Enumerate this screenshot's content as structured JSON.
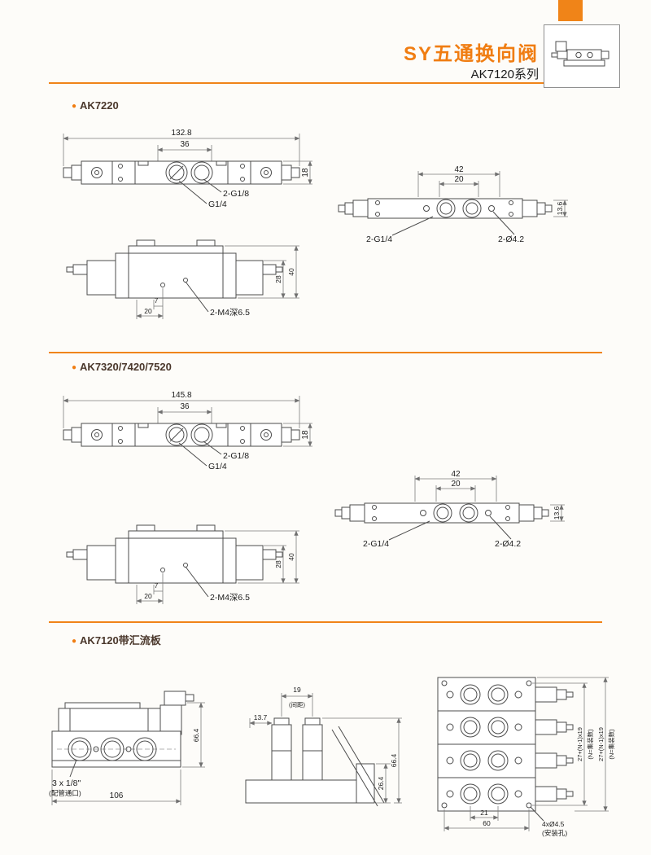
{
  "header": {
    "title": "SY五通换向阀",
    "series": "AK7120系列",
    "accent": "#f07d12"
  },
  "section1": {
    "label": "AK7220",
    "topView": {
      "dimTotal": "132.8",
      "dimInner": "36",
      "dimHeight": "18",
      "labelPort1": "2-G1/8",
      "labelPort2": "G1/4"
    },
    "rightView": {
      "dimA": "42",
      "dimB": "20",
      "dimH": "13.6",
      "labelPort1": "2-G1/4",
      "labelPort2": "2-Ø4.2"
    },
    "frontView": {
      "dimH1": "40",
      "dimH2": "28",
      "dimA": "7",
      "dimB": "20",
      "labelHoles": "2-M4深6.5"
    }
  },
  "section2": {
    "label": "AK7320/7420/7520",
    "topView": {
      "dimTotal": "145.8",
      "dimInner": "36",
      "dimHeight": "18",
      "labelPort1": "2-G1/8",
      "labelPort2": "G1/4"
    },
    "rightView": {
      "dimA": "42",
      "dimB": "20",
      "dimH": "13.6",
      "labelPort1": "2-G1/4",
      "labelPort2": "2-Ø4.2"
    },
    "frontView": {
      "dimH1": "40",
      "dimH2": "28",
      "dimA": "7",
      "dimB": "20",
      "labelHoles": "2-M4深6.5"
    }
  },
  "section3": {
    "label": "AK7120带汇流板",
    "leftView": {
      "dimH": "66.4",
      "labelPort": "3 x 1/8\"",
      "labelPortNote": "(配管通口)",
      "dimW": "106"
    },
    "midView": {
      "dimPitch": "19",
      "pitchNote": "(间距)",
      "dimA": "13.7",
      "dimH": "66.4",
      "dimB": "26.4"
    },
    "rightView": {
      "dimV1": "27+(N-1)x19",
      "noteV1": "(N=集装数)",
      "dimV2": "27+(N-1)x19",
      "noteV2": "(N=集装数)",
      "dimA": "21",
      "dimB": "60",
      "labelHole": "4xØ4.5",
      "labelHoleNote": "(安装孔)"
    }
  }
}
